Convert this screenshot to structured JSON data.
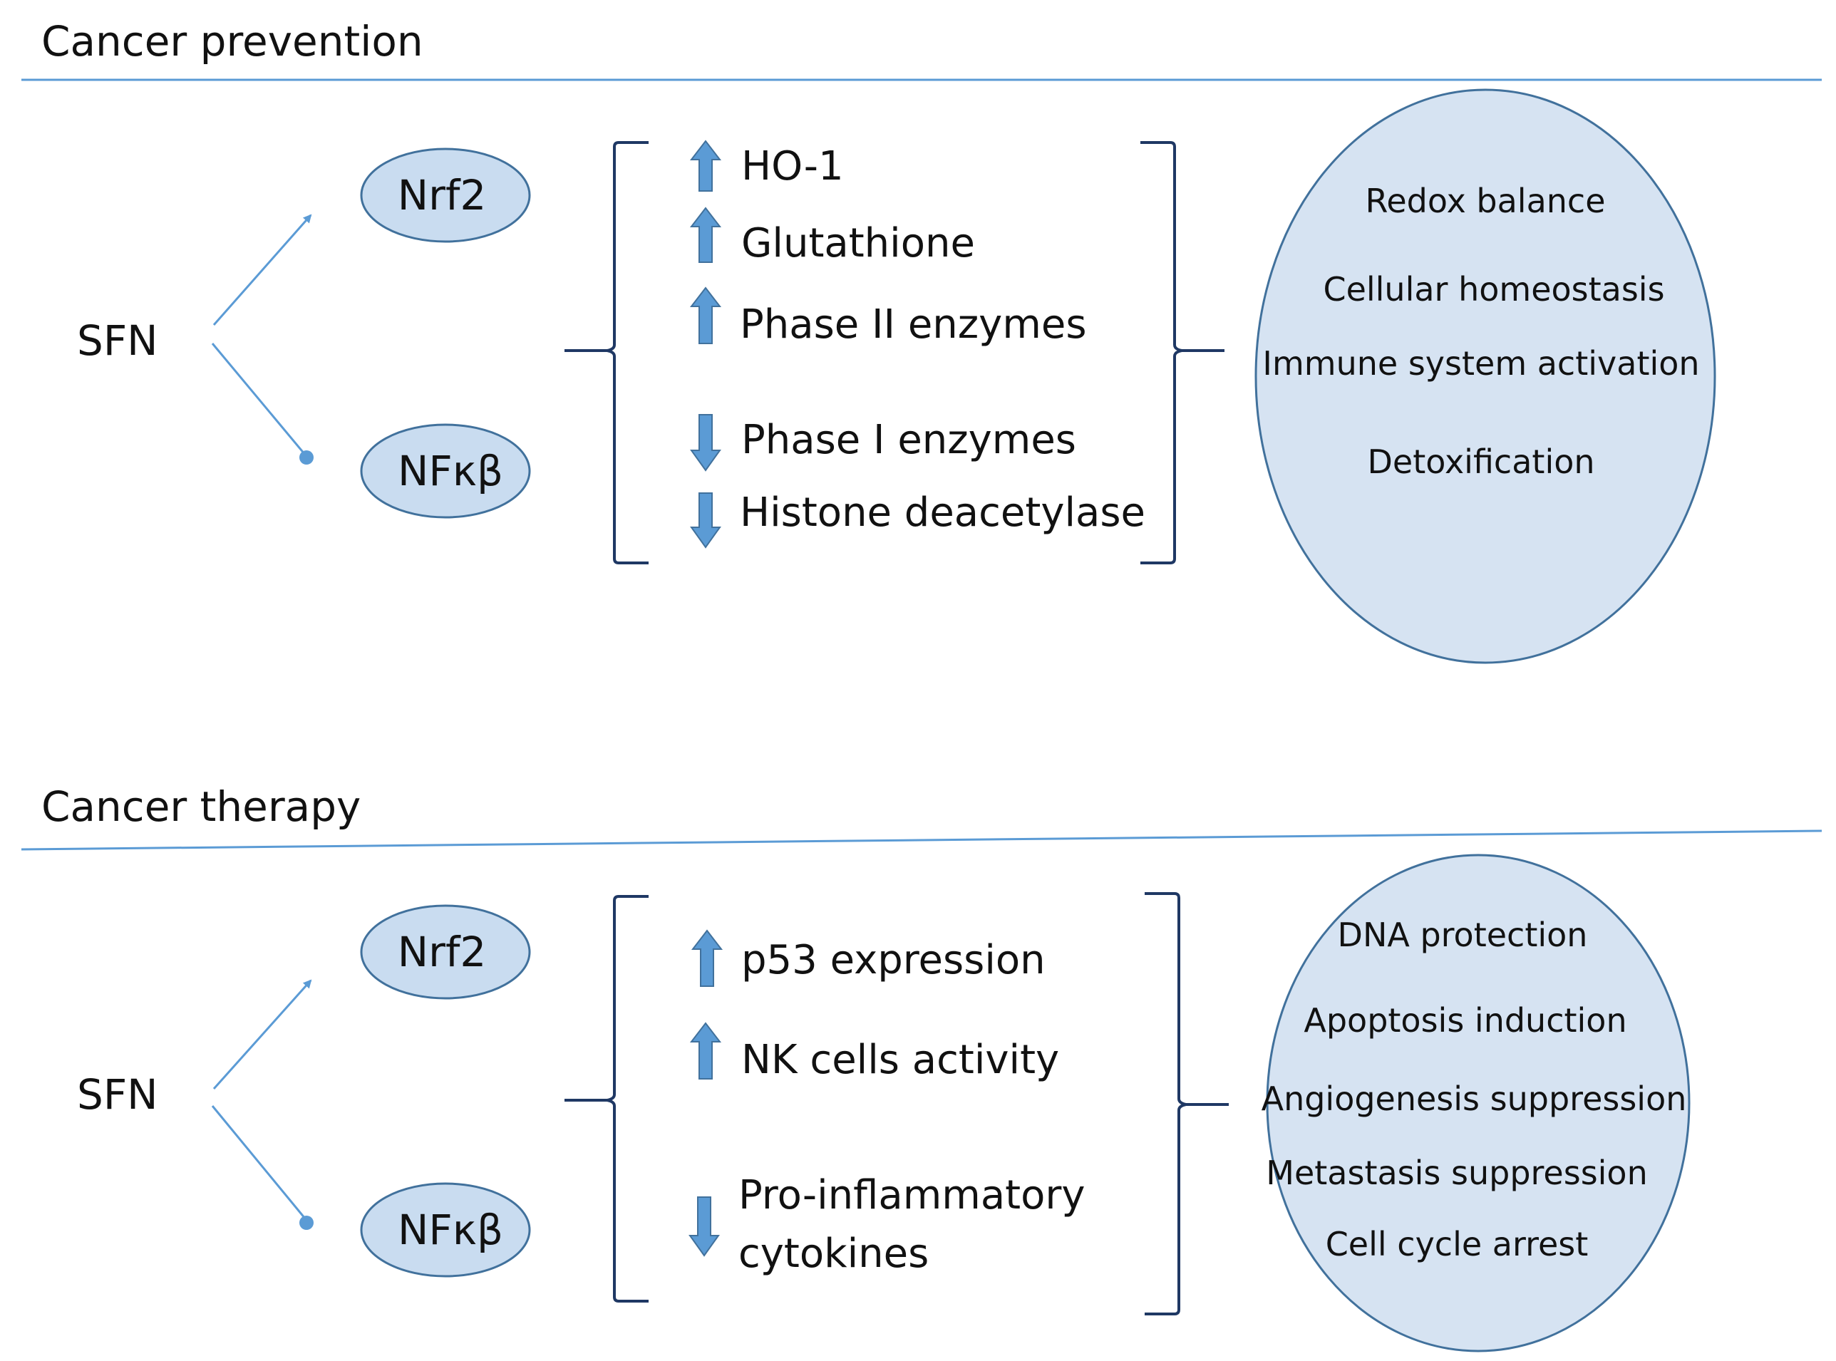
{
  "prevention": {
    "title": "Cancer prevention",
    "source": "SFN",
    "node_top": "Nrf2",
    "node_bottom": "NFκβ",
    "effects": [
      {
        "dir": "up",
        "label": "HO-1"
      },
      {
        "dir": "up",
        "label": "Glutathione"
      },
      {
        "dir": "up",
        "label": "Phase II enzymes"
      },
      {
        "dir": "down",
        "label": "Phase I enzymes"
      },
      {
        "dir": "down",
        "label": "Histone deacetylase"
      }
    ],
    "outcomes": [
      "Redox balance",
      "Cellular  homeostasis",
      "Immune system activation",
      "Detoxification"
    ]
  },
  "therapy": {
    "title": "Cancer therapy",
    "source": "SFN",
    "node_top": "Nrf2",
    "node_bottom": "NFκβ",
    "effects": [
      {
        "dir": "up",
        "label": "p53 expression"
      },
      {
        "dir": "up",
        "label": "NK cells activity"
      },
      {
        "dir": "down",
        "label_line1": "Pro-inflammatory",
        "label_line2": "cytokines"
      }
    ],
    "outcomes": [
      "DNA protection",
      "Apoptosis induction",
      "Angiogenesis suppression",
      "Metastasis suppression",
      "Cell cycle arrest"
    ]
  },
  "colors": {
    "rule": "#5b9bd5",
    "node_fill": "#c9dcf0",
    "node_stroke": "#41719c",
    "bracket": "#1f3864",
    "arrow_fill": "#5b9bd5",
    "outcome_fill": "#d6e3f2"
  },
  "icons": {
    "up": "up-arrow-icon",
    "down": "down-arrow-icon"
  }
}
